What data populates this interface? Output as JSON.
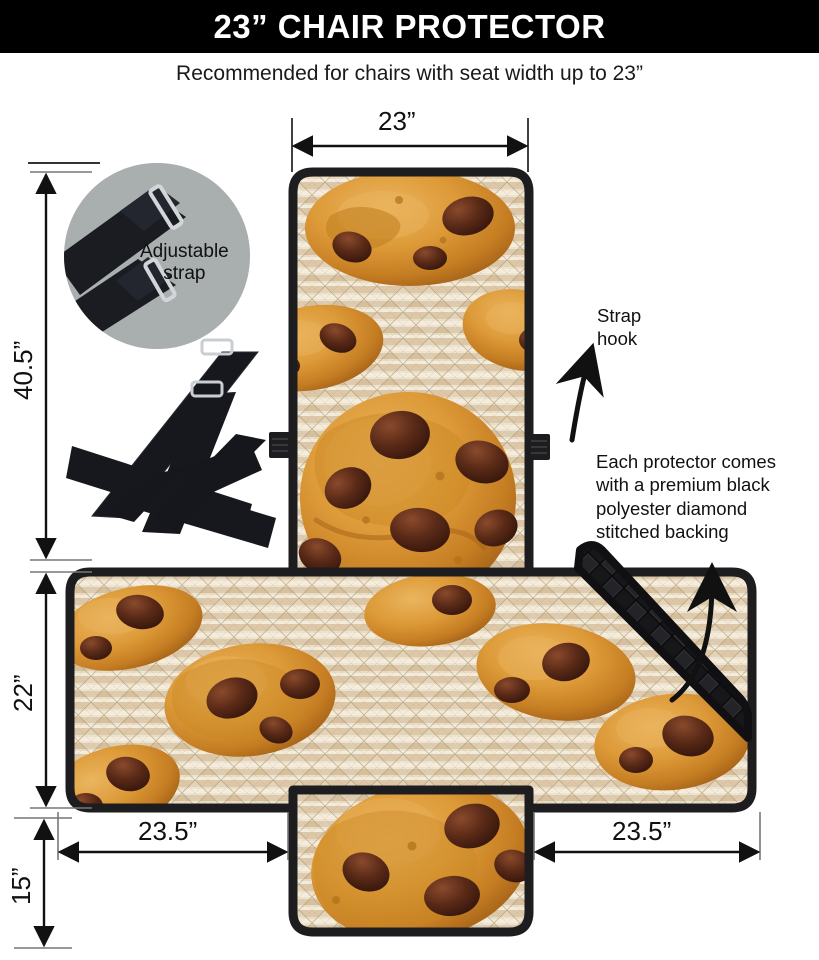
{
  "header": {
    "title": "23” CHAIR PROTECTOR",
    "subtitle": "Recommended for chairs with seat width up to 23”"
  },
  "dimensions": {
    "top_width": "23”",
    "left_height": "40.5”",
    "left_lower_height": "22”",
    "left_bottom_height": "15”",
    "bottom_left_width": "23.5”",
    "bottom_right_width": "23.5”"
  },
  "callouts": {
    "adjustable_strap_line1": "Adjustable",
    "adjustable_strap_line2": "strap",
    "strap_hook_line1": "Strap",
    "strap_hook_line2": "hook",
    "backing_line1": "Each protector comes",
    "backing_line2": "with a premium black",
    "backing_line3": "polyester diamond",
    "backing_line4": "stitched backing"
  },
  "colors": {
    "header_bg": "#000000",
    "header_text": "#ffffff",
    "page_bg": "#ffffff",
    "protector_border": "#1d1d1f",
    "fabric_base": "#e6d9c0",
    "fabric_stripe": "#d9c4a5",
    "cookie_body": "#d8912f",
    "cookie_light": "#e8b05d",
    "cookie_edge": "#b26a18",
    "chocolate_chip": "#4d2313",
    "chocolate_chip_light": "#7a3c22",
    "backing_black": "#1b1b1d",
    "strap_black": "#15171d",
    "circle_bg": "#a9aeae",
    "buckle_metal": "#cfd3d6",
    "dim_line": "#111111"
  },
  "product": {
    "type": "chair-protector-cross-layout",
    "description": "Cross / plus shaped quilted chair protector with chocolate chip cookie print"
  }
}
